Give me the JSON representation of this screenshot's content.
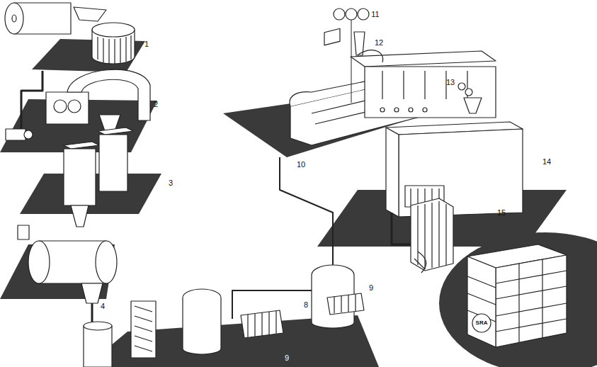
{
  "diagram": {
    "labels": [
      "1",
      "2",
      "3",
      "4",
      "9",
      "8",
      "9",
      "10",
      "11",
      "12",
      "13",
      "14",
      "15",
      "SRA"
    ]
  }
}
